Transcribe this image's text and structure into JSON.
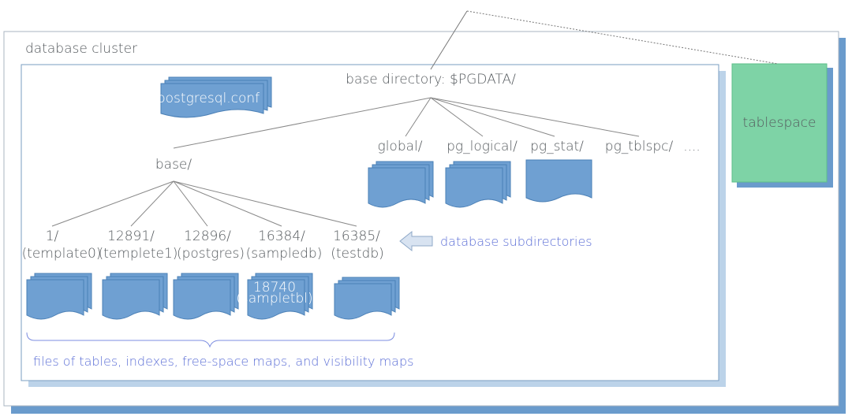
{
  "cluster_label": "database cluster",
  "base_dir_label": "base directory: $PGDATA/",
  "config_file": "postgresql.conf",
  "tablespace_label": "tablespace",
  "base_label": "base/",
  "top_dirs": [
    "global/",
    "pg_logical/",
    "pg_stat/",
    "pg_tblspc/",
    "...."
  ],
  "subdirs": [
    {
      "oid": "1/",
      "name": "(template0)"
    },
    {
      "oid": "12891/",
      "name": "(templete1)"
    },
    {
      "oid": "12896/",
      "name": "(postgres)"
    },
    {
      "oid": "16384/",
      "name": "(sampledb)"
    },
    {
      "oid": "16385/",
      "name": "(testdb)"
    }
  ],
  "subdirs_annotation": "database subdirectories",
  "table_file": {
    "oid": "18740",
    "name": "(sampletbl)"
  },
  "files_caption": "files of tables, indexes, free-space maps, and visibility maps",
  "colors": {
    "file_fill": "#6fa0d2",
    "file_stroke": "#4a7fb5",
    "shadow": "#6a9bcc",
    "tablespace": "#7ed3a6",
    "annotation": "#5b6ed6",
    "text": "#555a5e"
  }
}
